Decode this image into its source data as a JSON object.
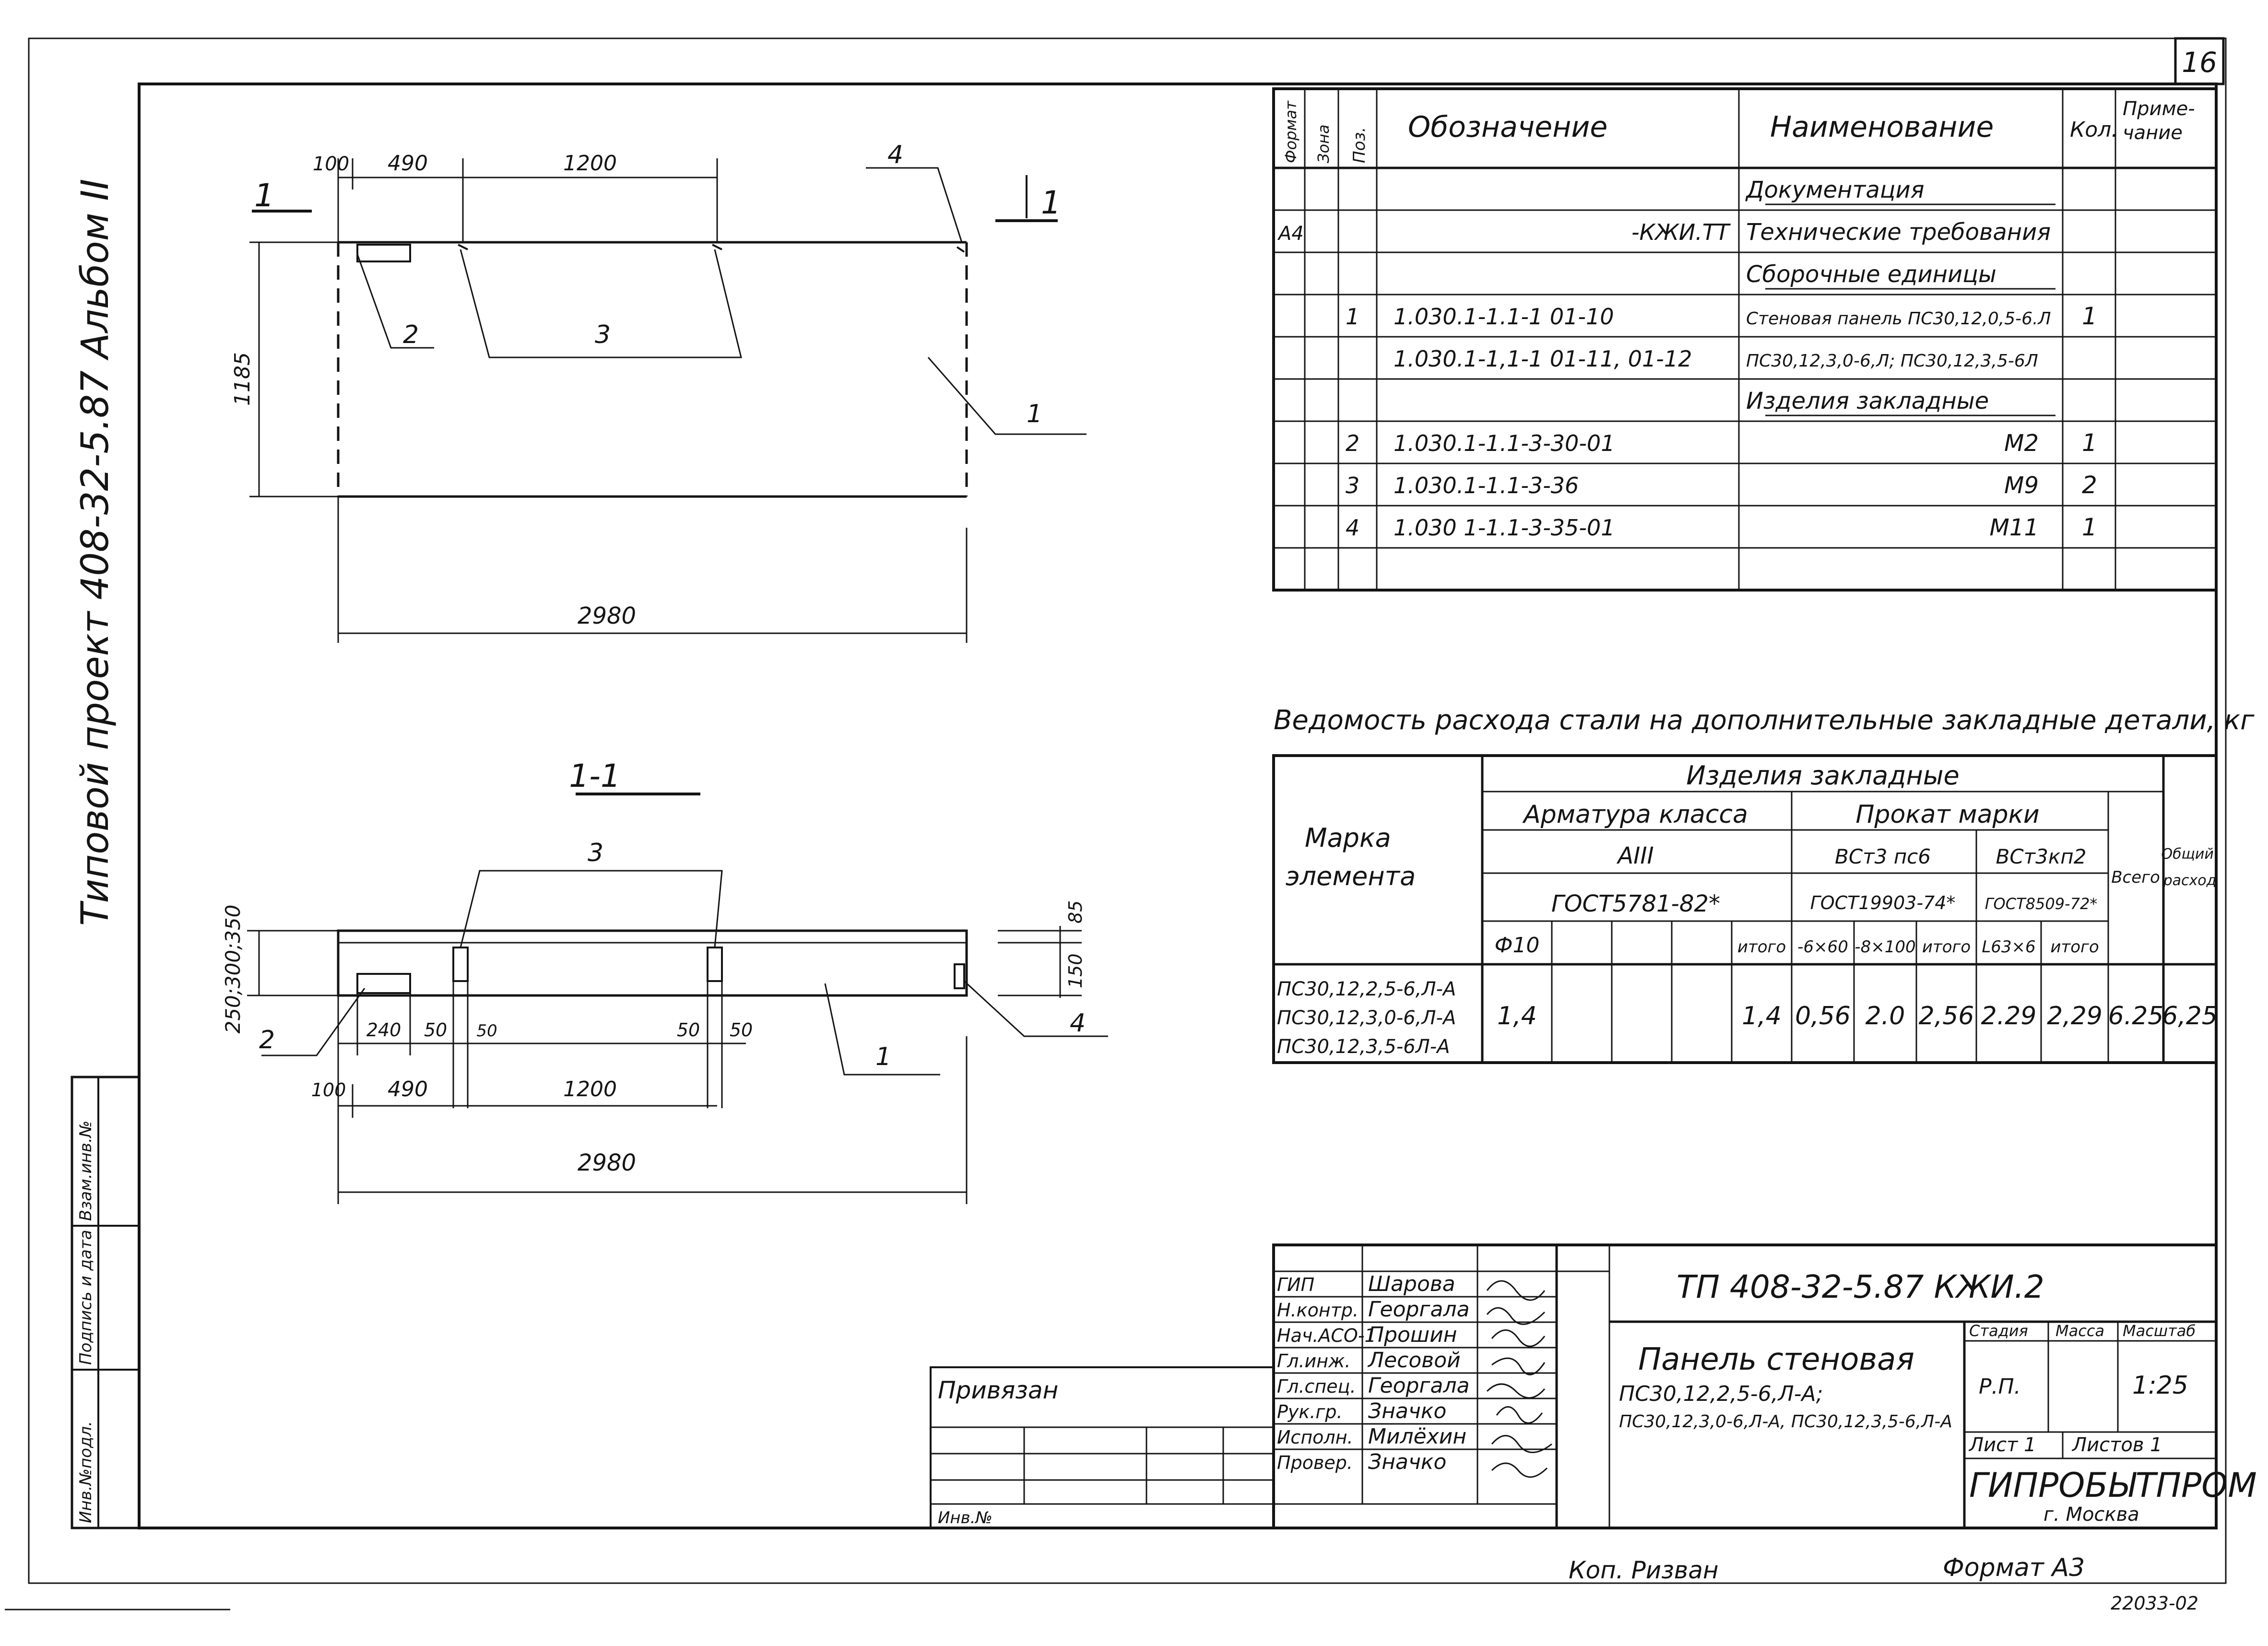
{
  "sheet_number": "16",
  "side_title": "Типовой проект 408-32-5.87 Альбом II",
  "left_stamp": [
    "Инв.№подл.",
    "Подпись и дата",
    "Взам.инв.№"
  ],
  "plan": {
    "section_mark": "1",
    "dims_top": [
      "100",
      "490",
      "1200"
    ],
    "dim_height": "1185",
    "dim_length": "2980",
    "callouts": [
      "4",
      "2",
      "3",
      "1"
    ]
  },
  "section": {
    "title": "1-1",
    "dim_thickness": "250;300;350",
    "dims_right": [
      "85",
      "150"
    ],
    "dims_small": [
      "240",
      "50",
      "50",
      "50",
      "50"
    ],
    "dims_bottom": [
      "100",
      "490",
      "1200"
    ],
    "dim_length": "2980",
    "callouts": [
      "3",
      "2",
      "1",
      "4"
    ]
  },
  "spec": {
    "headers": [
      "Формат",
      "Зона",
      "Поз.",
      "Обозначение",
      "Наименование",
      "Кол.",
      "Приме-\nчание"
    ],
    "rows": [
      {
        "fmt": "",
        "pos": "",
        "des": "",
        "name": "Документация",
        "qty": "",
        "heading": true
      },
      {
        "fmt": "А4",
        "pos": "",
        "des": "-КЖИ.ТТ",
        "name": "Технические требования",
        "qty": ""
      },
      {
        "fmt": "",
        "pos": "",
        "des": "",
        "name": "Сборочные единицы",
        "qty": "",
        "heading": true
      },
      {
        "fmt": "",
        "pos": "1",
        "des": "1.030.1-1.1-1 01-10",
        "name": "Стеновая панель ПС30,12,0,5-6.Л",
        "qty": "1"
      },
      {
        "fmt": "",
        "pos": "",
        "des": "1.030.1-1,1-1 01-11, 01-12",
        "name": "ПС30,12,3,0-6,Л; ПС30,12,3,5-6Л",
        "qty": ""
      },
      {
        "fmt": "",
        "pos": "",
        "des": "",
        "name": "Изделия закладные",
        "qty": "",
        "heading": true
      },
      {
        "fmt": "",
        "pos": "2",
        "des": "1.030.1-1.1-3-30-01",
        "name": "М2",
        "qty": "1"
      },
      {
        "fmt": "",
        "pos": "3",
        "des": "1.030.1-1.1-3-36",
        "name": "М9",
        "qty": "2"
      },
      {
        "fmt": "",
        "pos": "4",
        "des": "1.030 1-1.1-3-35-01",
        "name": "М11",
        "qty": "1"
      },
      {
        "fmt": "",
        "pos": "",
        "des": "",
        "name": "",
        "qty": ""
      }
    ]
  },
  "steel": {
    "title": "Ведомость расхода стали на дополнительные закладные детали, кг",
    "h_mark": "Марка элемента",
    "h_items": "Изделия закладные",
    "h_rebar": "Арматура класса",
    "h_rebar_class": "АIII",
    "h_rebar_gost": "ГОСТ5781-82*",
    "h_rolled": "Прокат марки",
    "h_rolled_a": "ВСт3 пс6",
    "h_rolled_b": "ВСт3кп2",
    "h_gost_a": "ГОСТ19903-74*",
    "h_gost_b": "ГОСТ8509-72*",
    "h_total": "Всего",
    "h_overall": "Общий расход",
    "col_heads": [
      "Ф10",
      "",
      "",
      "",
      "итого",
      "-6×60",
      "-8×100",
      "итого",
      "L63×6",
      "итого"
    ],
    "marks": [
      "ПС30,12,2,5-6,Л-А",
      "ПС30,12,3,0-6,Л-А",
      "ПС30,12,3,5-6Л-А"
    ],
    "values": [
      "1,4",
      "",
      "",
      "",
      "1,4",
      "0,56",
      "2.0",
      "2,56",
      "2.29",
      "2,29",
      "6.25",
      "6,25"
    ]
  },
  "title_block": {
    "code": "ТП 408-32-5.87 КЖИ.2",
    "name": "Панель стеновая",
    "marks_line1": "ПС30,12,2,5-6,Л-А;",
    "marks_line2": "ПС30,12,3,0-6,Л-А, ПС30,12,3,5-6,Л-А",
    "people": [
      {
        "role": "ГИП",
        "name": "Шарова"
      },
      {
        "role": "Н.контр.",
        "name": "Георгала"
      },
      {
        "role": "Нач.АСО-1",
        "name": "Прошин"
      },
      {
        "role": "Гл.инж.",
        "name": "Лесовой"
      },
      {
        "role": "Гл.спец.",
        "name": "Георгала"
      },
      {
        "role": "Рук.гр.",
        "name": "Значко"
      },
      {
        "role": "Исполн.",
        "name": "Милёхин"
      },
      {
        "role": "Провер.",
        "name": "Значко"
      }
    ],
    "stage_label": "Стадия",
    "mass_label": "Масса",
    "scale_label": "Масштаб",
    "stage": "Р.П.",
    "mass": "",
    "scale": "1:25",
    "sheet_label": "Лист 1",
    "sheets_label": "Листов 1",
    "org": "ГИПРОБЫТПРОМ",
    "city": "г. Москва"
  },
  "binding": {
    "label": "Привязан",
    "inv": "Инв.№"
  },
  "footer": {
    "copied": "Коп. Ризван",
    "format": "Формат А3",
    "number": "22033-02"
  }
}
